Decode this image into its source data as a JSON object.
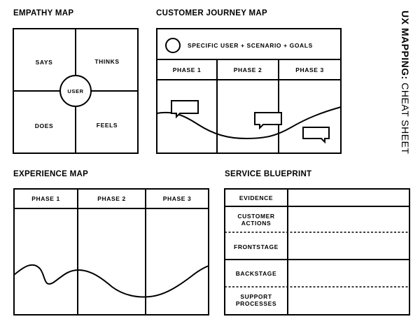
{
  "sheet": {
    "heading_bold": "UX MAPPING:",
    "heading_light": "CHEAT SHEET"
  },
  "empathy_map": {
    "title": "EMPATHY MAP",
    "quadrants": [
      "SAYS",
      "THINKS",
      "DOES",
      "FEELS"
    ],
    "center": "USER"
  },
  "journey_map": {
    "title": "CUSTOMER JOURNEY MAP",
    "header": "SPECIFIC USER + SCENARIO + GOALS",
    "phases": [
      "PHASE 1",
      "PHASE 2",
      "PHASE 3"
    ]
  },
  "experience_map": {
    "title": "EXPERIENCE MAP",
    "phases": [
      "PHASE 1",
      "PHASE 2",
      "PHASE 3"
    ]
  },
  "service_blueprint": {
    "title": "SERVICE BLUEPRINT",
    "rows": [
      "EVIDENCE",
      "CUSTOMER\nACTIONS",
      "FRONTSTAGE",
      "BACKSTAGE",
      "SUPPORT\nPROCESSES"
    ]
  }
}
